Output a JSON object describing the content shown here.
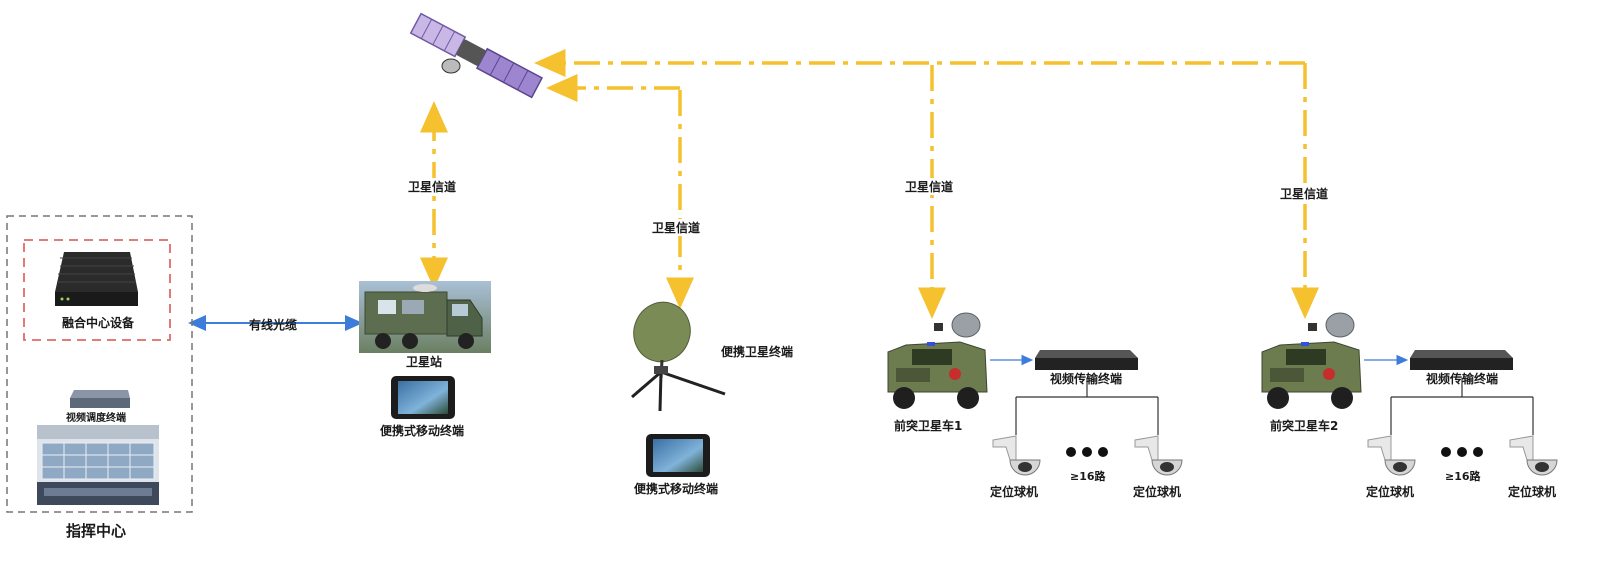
{
  "diagram": {
    "command_center": {
      "title": "指挥中心",
      "fusion_device": "融合中心设备",
      "dispatch_terminal": "视频调度终端"
    },
    "fiber_link": "有线光缆",
    "satellite_station": "卫星站",
    "portable_mobile_terminal": "便携式移动终端",
    "portable_satellite_terminal": "便携卫星终端",
    "satellite_channel": "卫星信道",
    "vehicles": [
      {
        "name": "前突卫星车1",
        "video_terminal": "视频传输终端",
        "camera_left": "定位球机",
        "camera_right": "定位球机",
        "channels": "≥16路"
      },
      {
        "name": "前突卫星车2",
        "video_terminal": "视频传输终端",
        "camera_left": "定位球机",
        "camera_right": "定位球机",
        "channels": "≥16路"
      }
    ],
    "colors": {
      "satellite_link": "#f5c12e",
      "fiber_link": "#3c7ddb",
      "command_frame": "#777777",
      "fusion_frame": "#e06a6a"
    }
  }
}
